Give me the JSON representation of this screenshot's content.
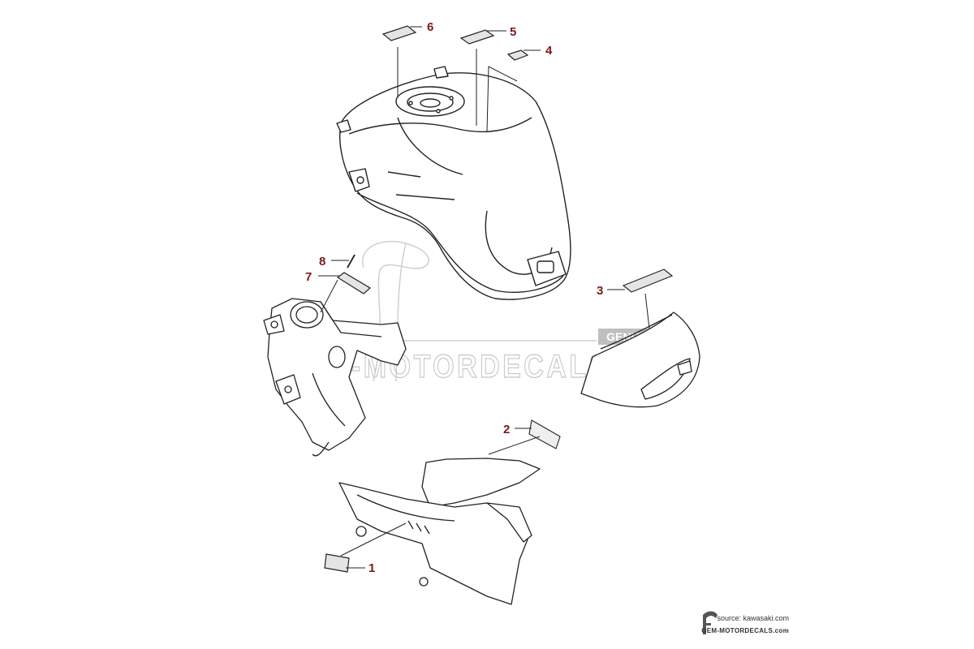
{
  "diagram": {
    "callouts": [
      {
        "id": "callout-1",
        "num": "1"
      },
      {
        "id": "callout-2",
        "num": "2"
      },
      {
        "id": "callout-3",
        "num": "3"
      },
      {
        "id": "callout-4",
        "num": "4"
      },
      {
        "id": "callout-5",
        "num": "5"
      },
      {
        "id": "callout-6",
        "num": "6"
      },
      {
        "id": "callout-7",
        "num": "7"
      },
      {
        "id": "callout-8",
        "num": "8"
      }
    ],
    "callout_color": "#7a1a1a",
    "line_color": "#222222"
  },
  "watermark": {
    "text": "OEM-MOTORDECALS.com",
    "badge": "GENUINE",
    "color": "#c9c9c9"
  },
  "footer": {
    "source": "source: kawasaki.com",
    "domain": "OEM-MOTORDECALS.com"
  }
}
